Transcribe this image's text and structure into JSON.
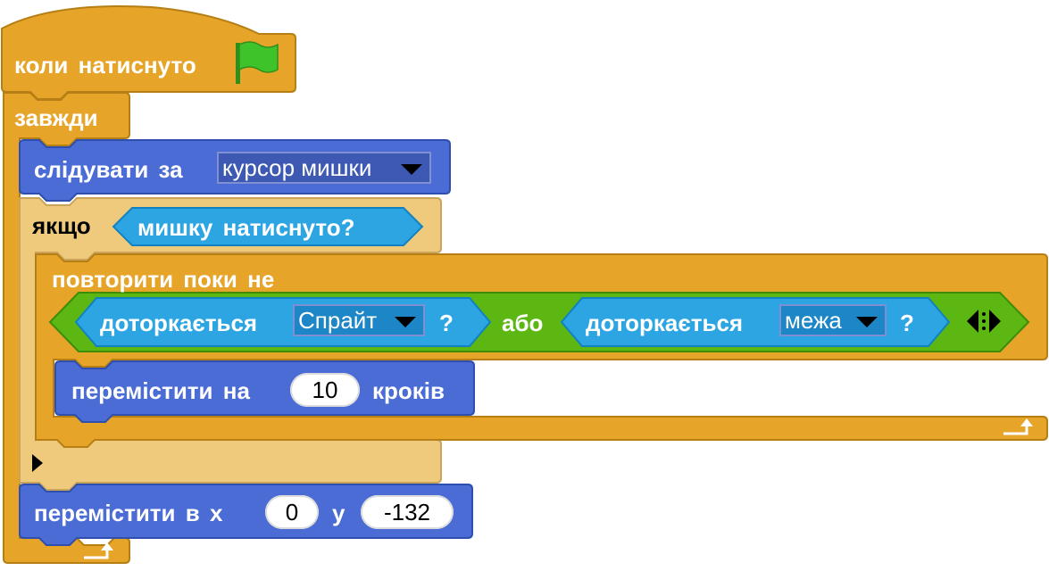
{
  "colors": {
    "control": "#e6a428",
    "control_edge": "#b57f16",
    "control_light": "#f0ca7c",
    "control_light_edge": "#c9a45a",
    "motion": "#4a6cd4",
    "motion_edge": "#2e4fae",
    "sensing": "#2ca5e2",
    "sensing_edge": "#1281c0",
    "operators": "#5cb712",
    "operators_edge": "#3d8b06",
    "flag": "#3ec42a",
    "dropdown_motion": "#3d59b3",
    "dropdown_sensing": "#1c86c7"
  },
  "hat": {
    "label": "коли натиснуто",
    "icon": "green-flag-icon"
  },
  "forever": {
    "label": "завжди",
    "icon": "loop-arrow-icon"
  },
  "follow": {
    "label": "слідувати за",
    "target": "курсор мишки",
    "icon": "dropdown-arrow-icon"
  },
  "if_block": {
    "label": "якщо",
    "condition": "мишку натиснуто?",
    "expand_icon": "expand-triangle-icon"
  },
  "repeat_until": {
    "label": "повторити поки не",
    "loop_icon": "loop-arrow-icon"
  },
  "or_block": {
    "label": "або",
    "left": {
      "label": "доторкається",
      "target": "Спрайт",
      "suffix": "?"
    },
    "right": {
      "label": "доторкається",
      "target": "межа",
      "suffix": "?"
    },
    "arrows_icon": "left-right-arrows-icon"
  },
  "move": {
    "label": "перемістити на",
    "value": "10",
    "unit": "кроків"
  },
  "goto": {
    "label": "перемістити в х",
    "x_value": "0",
    "y_label": "у",
    "y_value": "-132"
  }
}
